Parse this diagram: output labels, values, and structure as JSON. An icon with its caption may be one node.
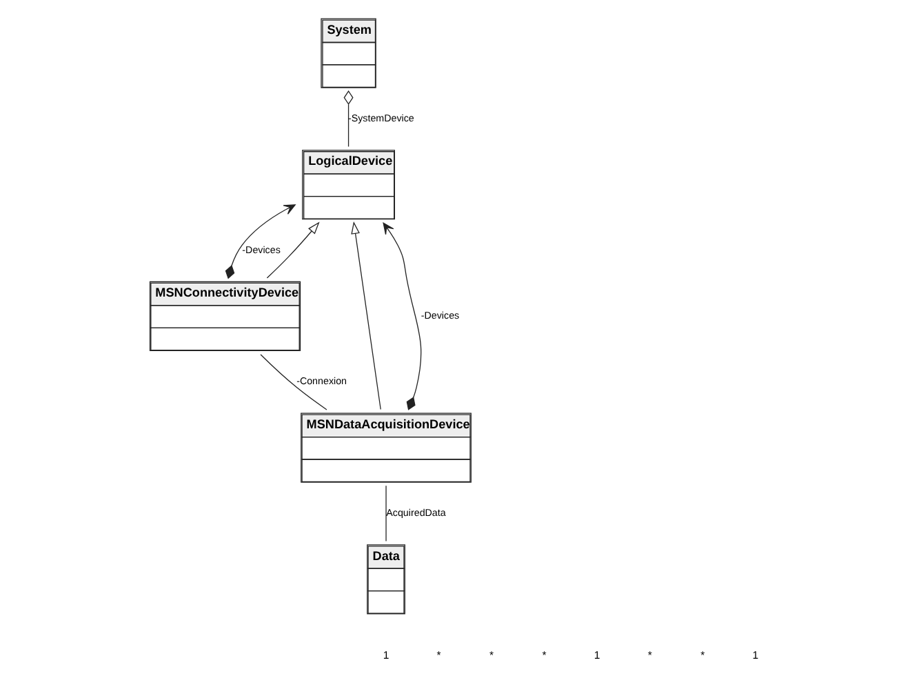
{
  "diagram": {
    "nodes": [
      {
        "text": [
          "System"
        ]
      },
      {
        "text": [
          "LogicalDevice"
        ]
      },
      {
        "text": [
          "MSNConnectivityDevice"
        ]
      },
      {
        "text": [
          "MSNDataAcquisitionDevice"
        ]
      },
      {
        "text": [
          "Data"
        ]
      }
    ],
    "edges": [
      {
        "from": 0,
        "to": 1,
        "arrow": "other",
        "label": "-SystemDevice"
      },
      {
        "from": 2,
        "to": 1,
        "arrow": "to",
        "label": "-Devices"
      },
      {
        "from": 2,
        "to": 1,
        "arrow": "to"
      },
      {
        "from": 3,
        "to": 1,
        "arrow": "to"
      },
      {
        "from": 3,
        "to": 1,
        "arrow": "to",
        "label": "-Devices"
      },
      {
        "from": 2,
        "to": 3,
        "arrow": "none",
        "label": "-Connexion"
      },
      {
        "from": 3,
        "to": 4,
        "arrow": "none",
        "label": "AcquiredData"
      }
    ],
    "labels": [
      "1",
      "*",
      "*",
      "*",
      "1",
      "*",
      "*",
      "1"
    ]
  }
}
